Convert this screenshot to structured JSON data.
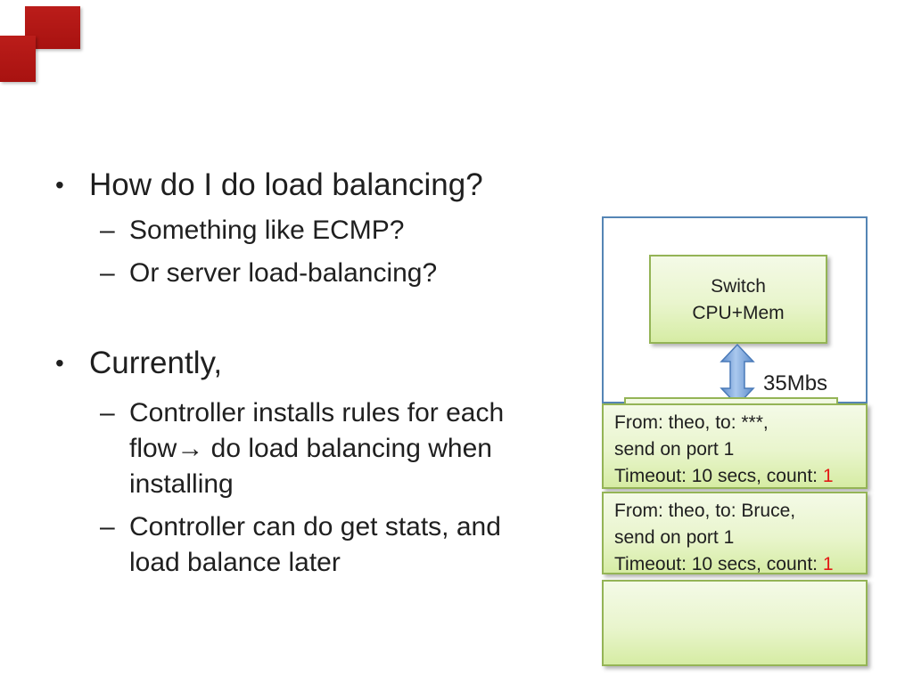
{
  "slide": {
    "background_color": "#ffffff",
    "text_color": "#1f1f1f",
    "accent_red": "#b31717",
    "count_red": "#e31b17",
    "green_border": "#94b456",
    "blue_border": "#5585b5"
  },
  "bullets": [
    {
      "marker": "•",
      "lines": [
        "How do I do load balancing?"
      ]
    },
    {
      "marker": "–",
      "lines": [
        "Something like ECMP?"
      ]
    },
    {
      "marker": "–",
      "lines": [
        "Or server load-balancing?"
      ]
    },
    {
      "marker": "•",
      "lines": [
        "Currently,"
      ]
    },
    {
      "marker": "–",
      "lines": [
        "Controller installs rules for each",
        "flow→ do load balancing when",
        "installing"
      ]
    },
    {
      "marker": "–",
      "lines": [
        "Controller can do get stats, and",
        "load balance later"
      ]
    }
  ],
  "diagram": {
    "switch_box": {
      "line1": "Switch",
      "line2": "CPU+Mem"
    },
    "arrow_label": "35Mbs",
    "flow_entries": [
      {
        "from_to": "From: theo, to: ***,",
        "action": "send on port 1",
        "timeout_prefix": "Timeout: 10 secs, count: ",
        "count": "1"
      },
      {
        "from_to": "From: theo, to: Bruce,",
        "action": "send on port 1",
        "timeout_prefix": "Timeout: 10 secs, count: ",
        "count": "1"
      }
    ]
  }
}
